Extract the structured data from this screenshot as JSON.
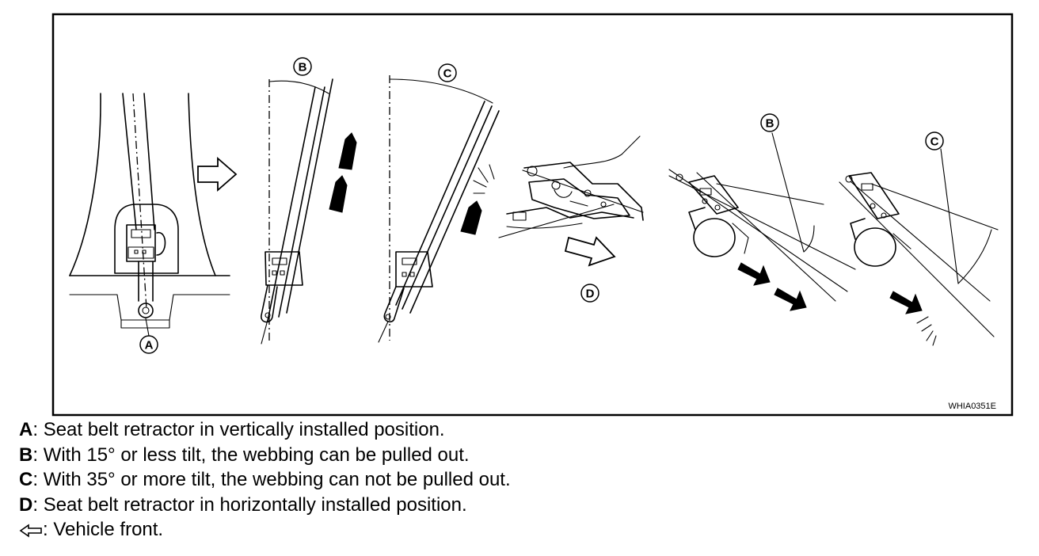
{
  "figure": {
    "id_code": "WHIA0351E",
    "callouts": [
      "A",
      "B",
      "C",
      "D",
      "B",
      "C"
    ]
  },
  "legend": [
    {
      "key": "A",
      "sep": ": ",
      "text": "Seat belt retractor in vertically installed position."
    },
    {
      "key": "B",
      "sep": ": ",
      "text": "With 15° or less tilt, the webbing can be pulled out."
    },
    {
      "key": "C",
      "sep": ": ",
      "text": "With 35° or more tilt, the webbing can not be pulled out."
    },
    {
      "key": "D",
      "sep": ": ",
      "text": "Seat belt retractor in horizontally installed position."
    },
    {
      "key_icon": "hollow-left-arrow-icon",
      "sep": ": ",
      "text": "Vehicle front."
    }
  ]
}
